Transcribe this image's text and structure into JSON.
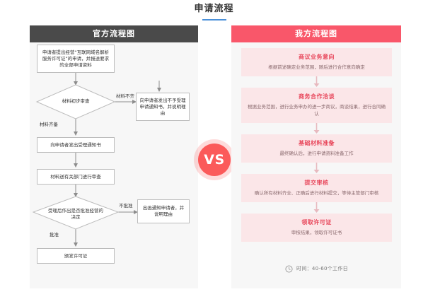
{
  "page": {
    "title": "申请流程",
    "accent_blue": "#4a90d9",
    "accent_red": "#f9576a",
    "panel_bg": "#f7f7f7"
  },
  "vs_badge": {
    "label": "VS",
    "color": "#fb5a5a"
  },
  "left_panel": {
    "header": "官方流程图",
    "header_bg": "#4a4a4a",
    "nodes": [
      {
        "id": "apply",
        "text": "申请者提出经营“互联网域名解析服务许可证”的申请，并报送要求的全部申请资料"
      },
      {
        "id": "reject_box",
        "text": "向申请者发出不予受理申请通知书，并说明理由"
      },
      {
        "id": "accept_box",
        "text": "向申请者发出受理通知书"
      },
      {
        "id": "review_box",
        "text": "材料送有关部门进行审查"
      },
      {
        "id": "deny_box",
        "text": "出函通知申请者，并说明理由"
      },
      {
        "id": "issue_box",
        "text": "颁发许可证"
      }
    ],
    "decisions": [
      {
        "id": "d1",
        "text": "材料初步审查",
        "yes_label": "材料齐备",
        "no_label": "材料不齐"
      },
      {
        "id": "d2",
        "text": "受理后作出是否批准经营的决定",
        "yes_label": "批准",
        "no_label": "不批准"
      }
    ]
  },
  "right_panel": {
    "header": "我方流程图",
    "header_bg": "#f9576a",
    "card_bg": "#fbe6e8",
    "steps": [
      {
        "title": "商议业务意向",
        "desc": "根据前述确定业务范围，随后进行合作意向确定"
      },
      {
        "title": "商务合作洽谈",
        "desc": "根据业务范围，进行业务申办的进一步商议，商谈结果，进行合同确认"
      },
      {
        "title": "基础材料准备",
        "desc": "最终确认后，进行申请资料准备工作"
      },
      {
        "title": "提交审核",
        "desc": "确认所有材料齐全、正确后进行材料提交，等待主管部门审核"
      },
      {
        "title": "领取许可证",
        "desc": "审核结果，领取许可证书"
      }
    ],
    "footer": {
      "icon": "clock-icon",
      "text": "时间：40-60个工作日"
    }
  }
}
